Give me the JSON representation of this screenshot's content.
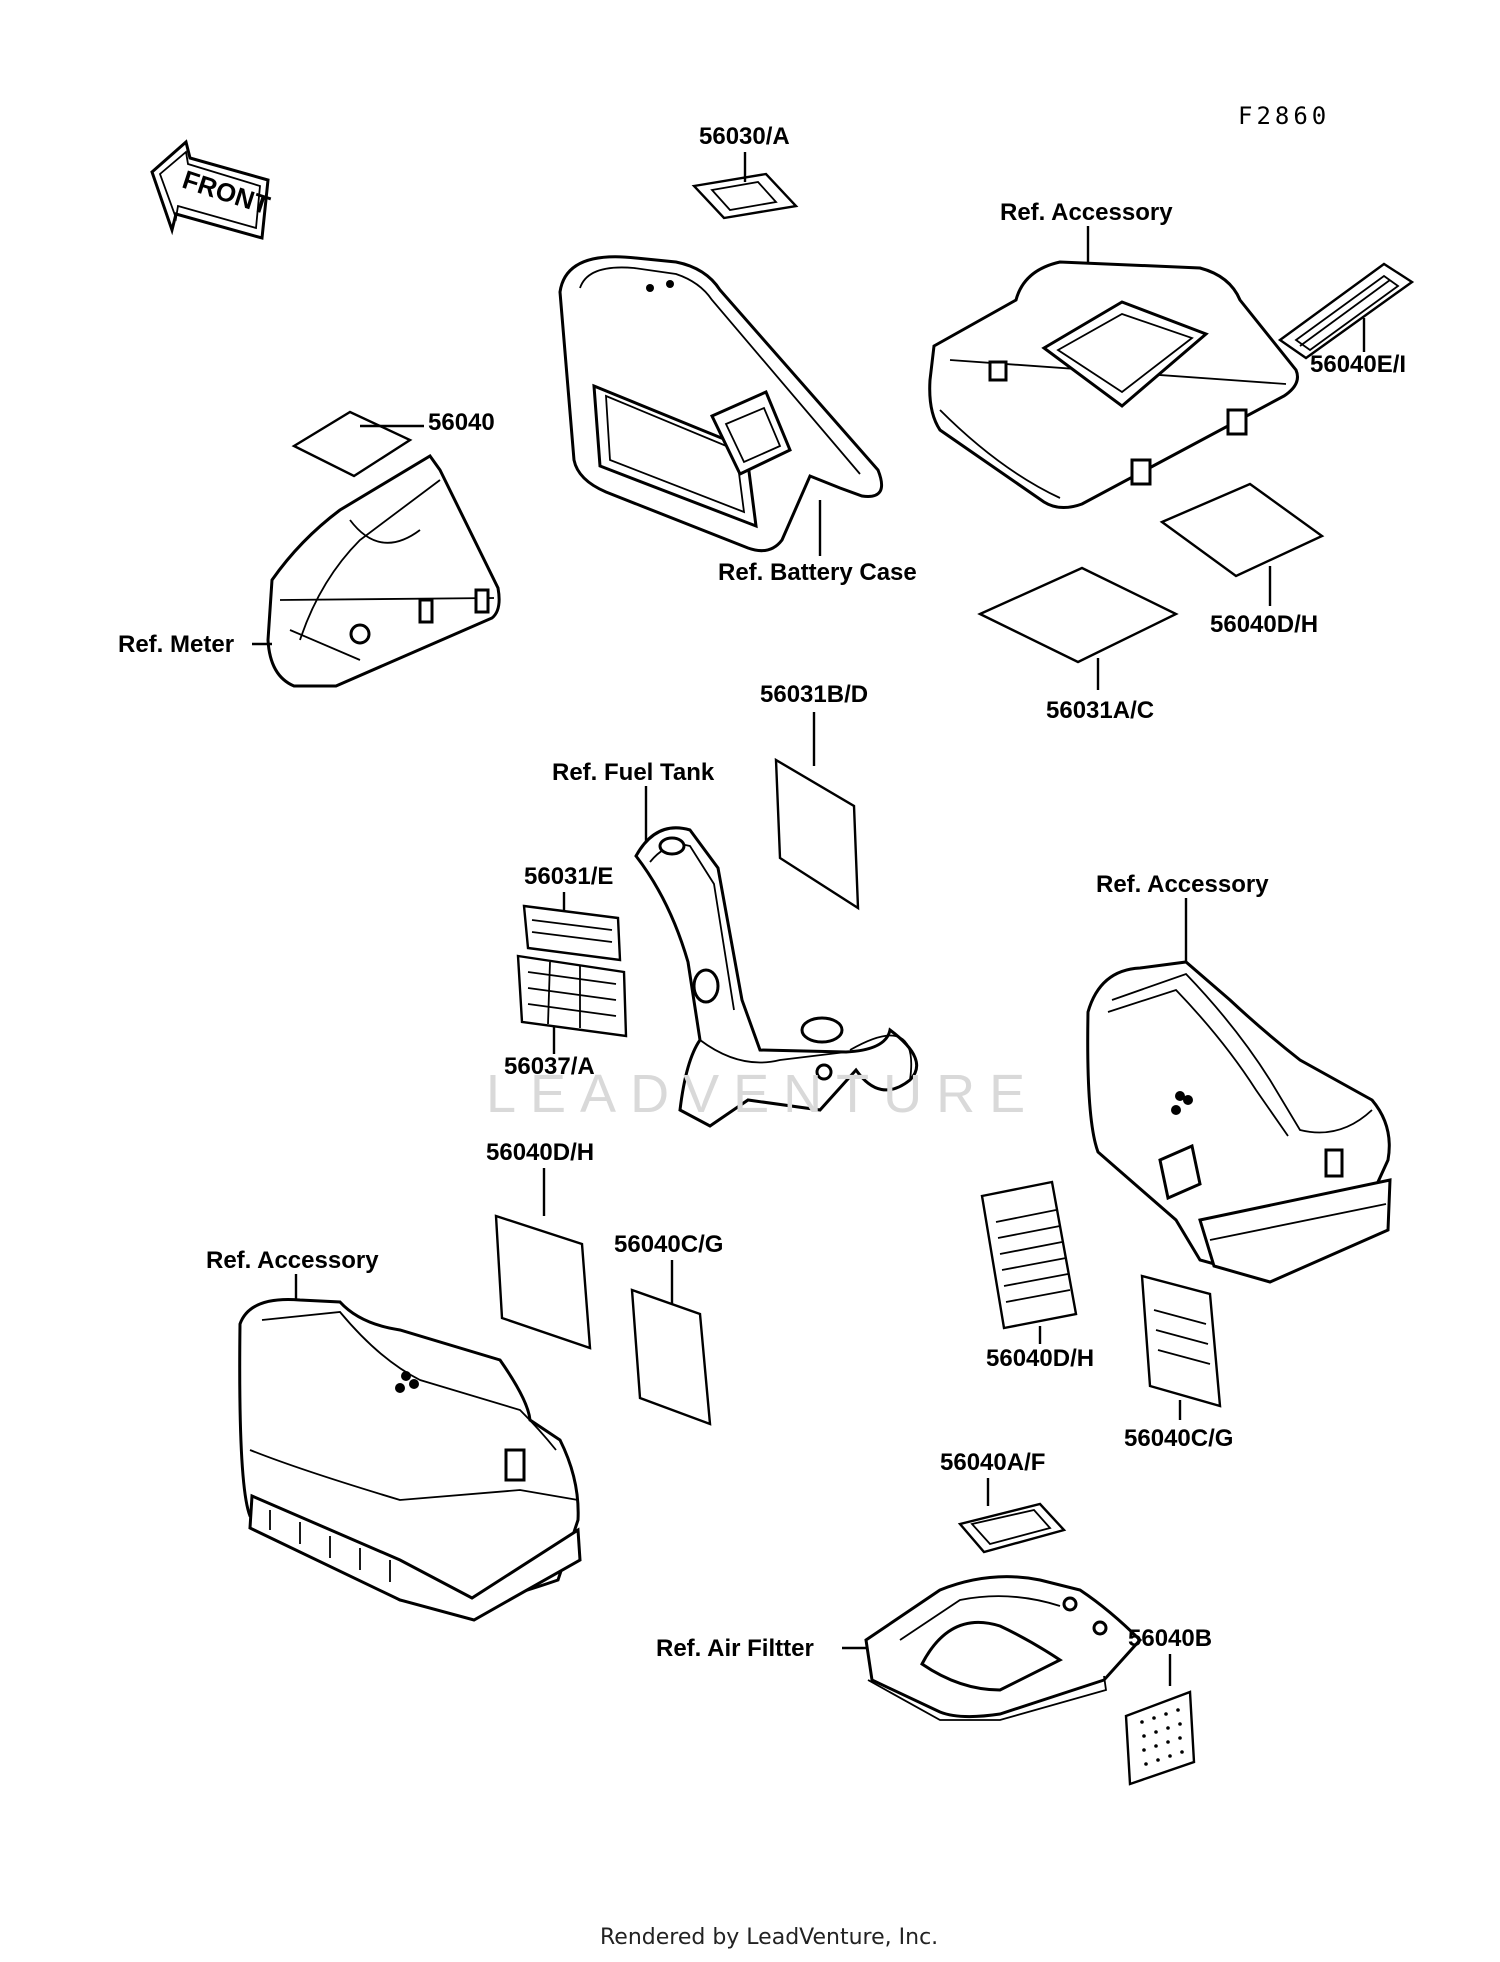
{
  "diagram_code": "F2860",
  "front_arrow_label": "FRONT",
  "watermark": "LEADVENTURE",
  "footer": "Rendered by LeadVenture, Inc.",
  "parts": {
    "p_56030A": "56030/A",
    "p_56040E": "56040E/I",
    "p_56040": "56040",
    "p_56040DH_top": "56040D/H",
    "p_56031AC": "56031A/C",
    "p_56031BD": "56031B/D",
    "p_56031E": "56031/E",
    "p_56037A": "56037/A",
    "p_56040DH_left": "56040D/H",
    "p_56040CG_left": "56040C/G",
    "p_56040DH_right": "56040D/H",
    "p_56040CG_right": "56040C/G",
    "p_56040AF": "56040A/F",
    "p_56040B": "56040B"
  },
  "refs": {
    "accessory_top": "Ref. Accessory",
    "battery_case": "Ref. Battery Case",
    "meter": "Ref. Meter",
    "fuel_tank": "Ref. Fuel Tank",
    "accessory_right": "Ref. Accessory",
    "accessory_left": "Ref. Accessory",
    "air_filter": "Ref. Air Filtter"
  }
}
